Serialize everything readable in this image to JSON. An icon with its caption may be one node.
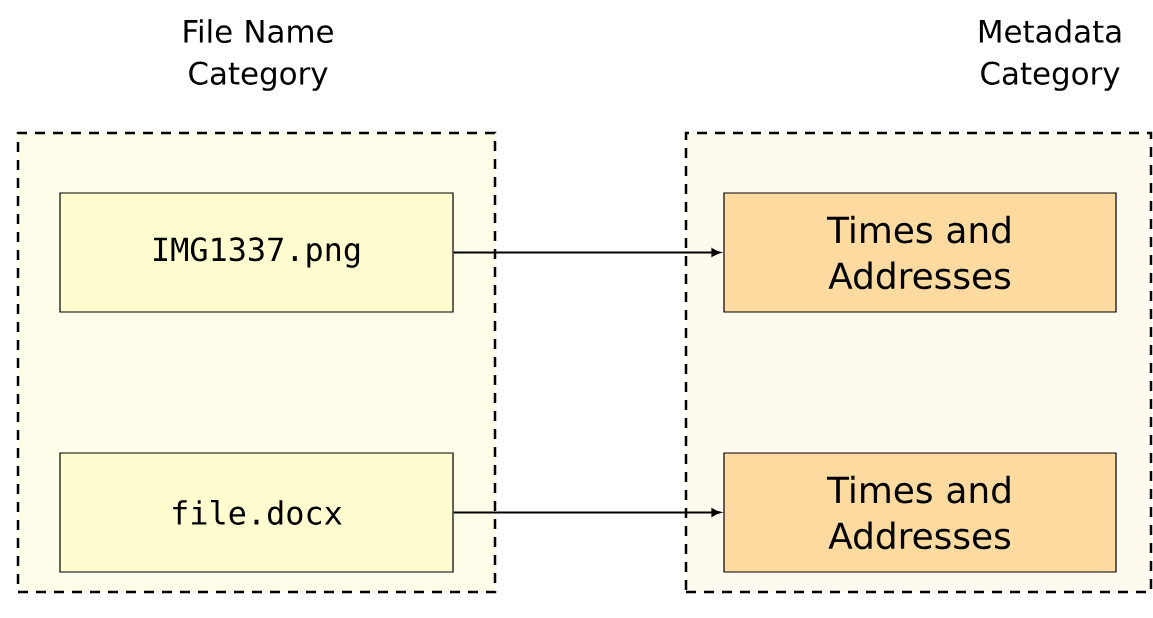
{
  "diagram": {
    "nodes": [
      {
        "text": [
          "File Name Category"
        ]
      },
      {
        "text": [
          "IMG1337.png"
        ],
        "in": 0
      },
      {
        "text": [
          "file.docx"
        ],
        "in": 0
      },
      {
        "text": [
          "Metadata Category"
        ]
      },
      {
        "text": [
          "Times and Addresses"
        ],
        "in": 3
      },
      {
        "text": [
          "Times and Addresses"
        ],
        "in": 3
      }
    ],
    "edges": [
      {
        "from": 1,
        "to": 4,
        "arrow": "to"
      },
      {
        "from": 2,
        "to": 5,
        "arrow": "to"
      }
    ]
  }
}
